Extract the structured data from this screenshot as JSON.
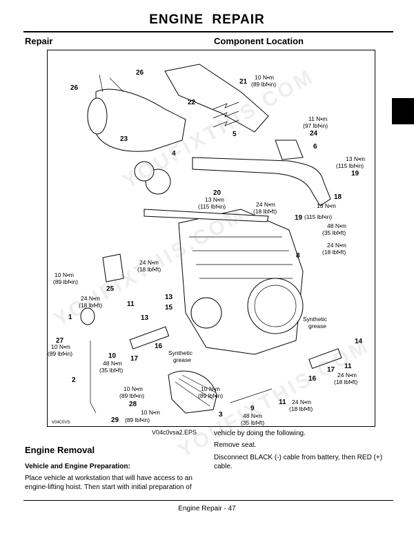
{
  "header": {
    "title": "ENGINE   REPAIR"
  },
  "sections": {
    "left": "Repair",
    "right": "Component Location"
  },
  "figure": {
    "caption": "V04c0vsa2.EPS",
    "corner_code": "V04C0VS",
    "callouts": [
      "26",
      "26",
      "21",
      "22",
      "5",
      "23",
      "24",
      "6",
      "4",
      "19",
      "18",
      "20",
      "19",
      "8",
      "25",
      "13",
      "11",
      "15",
      "13",
      "1",
      "27",
      "16",
      "10",
      "14",
      "17",
      "16",
      "11",
      "17",
      "2",
      "28",
      "9",
      "3",
      "29",
      "11"
    ],
    "torques": {
      "t21": [
        "10 N•m",
        "(89 lbf•in)"
      ],
      "t24": [
        "11 N•m",
        "(97 lbf•in)"
      ],
      "t19a": [
        "13 N•m",
        "(115 lbf•in)"
      ],
      "t20": [
        "13 N•m",
        "(115 lbf•in)"
      ],
      "t_mid": [
        "24 N•m",
        "(18 lbf•ft)"
      ],
      "t19b": [
        "13 N•m",
        "(115 lbf•in)"
      ],
      "t8a": [
        "48 N•m",
        "(35 lbf•ft)"
      ],
      "t8b": [
        "24 N•m",
        "(18 lbf•ft)"
      ],
      "t25a": [
        "24 N•m",
        "(18 lbf•ft)"
      ],
      "t25b": [
        "10 N•m",
        "(89 lbf•in)"
      ],
      "t11": [
        "24 N•m",
        "(18 lbf•ft)"
      ],
      "t27": [
        "10 N•m",
        "(89 lbf•in)"
      ],
      "t10": [
        "48 N•m",
        "(35 lbf•ft)"
      ],
      "t11r": [
        "24 N•m",
        "(18 lbf•ft)"
      ],
      "t28": [
        "10 N•m",
        "(89 lbf•in)"
      ],
      "t9a": [
        "10 N•m",
        "(89 lbf•in)"
      ],
      "t9b": [
        "48 N•m",
        "(35 lbf•ft)"
      ],
      "t11b": [
        "24 N•m",
        "(18 lbf•ft)"
      ],
      "t29": [
        "10 N•m",
        "(89 lbf•in)"
      ]
    },
    "grease": [
      "Synthetic",
      "grease"
    ]
  },
  "body": {
    "heading": "Engine Removal",
    "subheading": "Vehicle and Engine Preparation:",
    "left_para": [
      "Place vehicle at workstation that will have access to an",
      "engine-lifting hoist. Then start with initial preparation of"
    ],
    "right_para1": "vehicle by doing the following.",
    "right_para2": "Remove seat.",
    "right_para3": [
      "Disconnect BLACK (-) cable from battery, then RED (+)",
      "cable."
    ]
  },
  "footer": {
    "text": "Engine   Repair  - 47"
  },
  "watermark": {
    "text": "YOUFIXTHIS.COM"
  }
}
